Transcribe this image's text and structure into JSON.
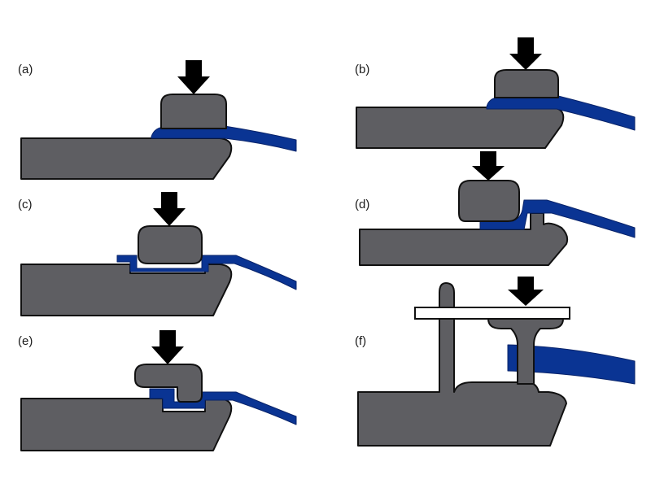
{
  "figure": {
    "panels": [
      {
        "id": "a",
        "label": "(a)"
      },
      {
        "id": "b",
        "label": "(b)"
      },
      {
        "id": "c",
        "label": "(c)"
      },
      {
        "id": "d",
        "label": "(d)"
      },
      {
        "id": "e",
        "label": "(e)"
      },
      {
        "id": "f",
        "label": "(f)"
      }
    ],
    "colors": {
      "body": "#5e5e62",
      "outline": "#111111",
      "wire": "#0a3493",
      "arrow": "#000000",
      "plate": "#ffffff"
    },
    "icons": [
      "down-arrow-icon"
    ]
  }
}
